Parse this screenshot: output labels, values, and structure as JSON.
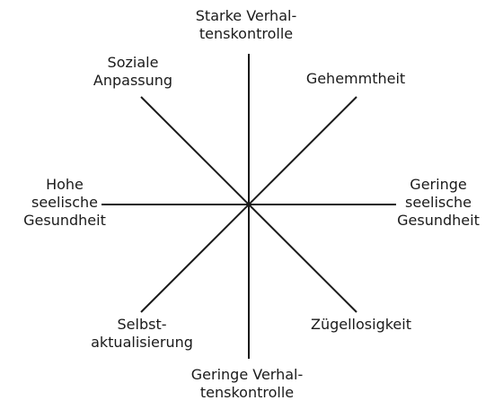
{
  "diagram": {
    "axes": [
      {
        "id": "vertical",
        "ends": [
          "Starke Verhaltenskontrolle",
          "Geringe Verhaltenskontrolle"
        ]
      },
      {
        "id": "horizontal",
        "ends": [
          "Hohe seelische Gesundheit",
          "Geringe seelische Gesundheit"
        ]
      },
      {
        "id": "diag-main",
        "ends": [
          "Soziale Anpassung",
          "Zügellosigkeit"
        ]
      },
      {
        "id": "diag-anti",
        "ends": [
          "Gehemmtheit",
          "Selbstaktualisierung"
        ]
      }
    ],
    "labels": {
      "top": {
        "line1": "Starke Verhal-",
        "line2": "tenskontrolle"
      },
      "top_left": {
        "line1": "Soziale",
        "line2": "Anpassung"
      },
      "top_right": {
        "line1": "Gehemmtheit"
      },
      "left": {
        "line1": "Hohe",
        "line2": "seelische",
        "line3": "Gesundheit"
      },
      "right": {
        "line1": "Geringe",
        "line2": "seelische",
        "line3": "Gesundheit"
      },
      "bot_left": {
        "line1": "Selbst-",
        "line2": "aktualisierung"
      },
      "bot_right": {
        "line1": "Zügellosigkeit"
      },
      "bottom": {
        "line1": "Geringe Verhal-",
        "line2": "tenskontrolle"
      }
    },
    "line_color": "#1a1a1a"
  }
}
